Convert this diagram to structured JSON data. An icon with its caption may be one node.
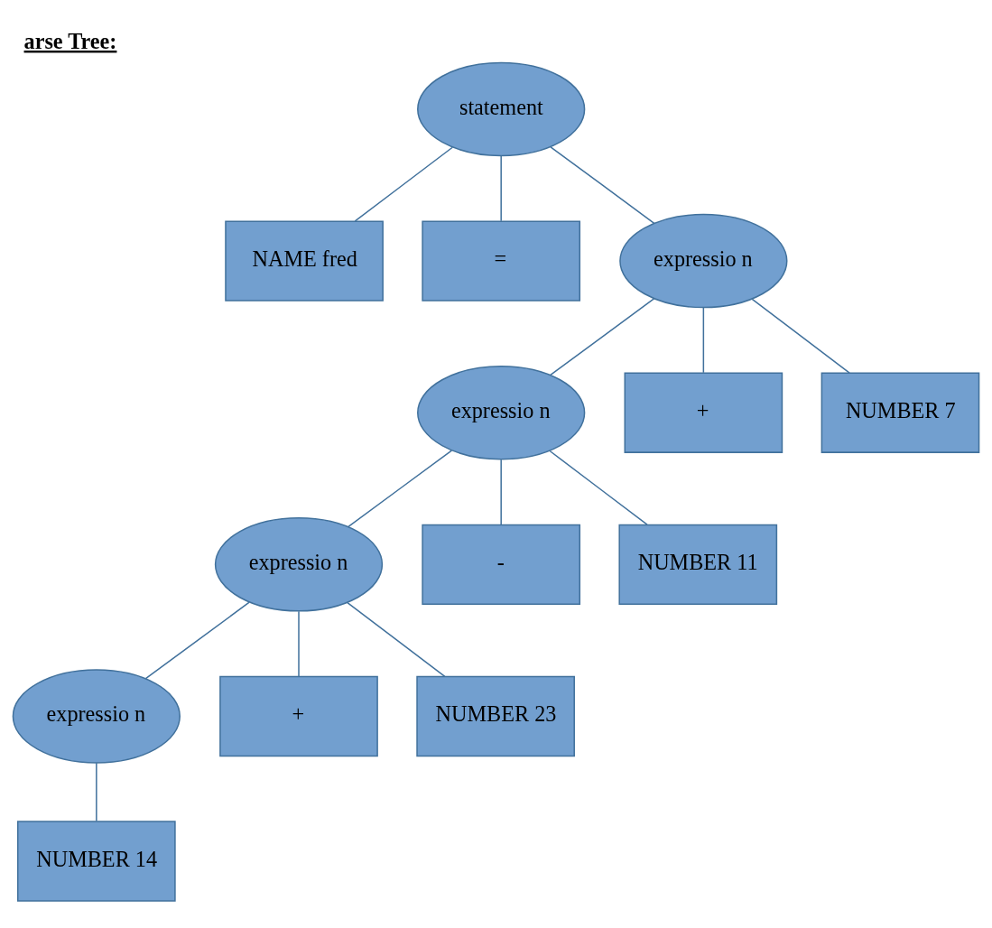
{
  "diagram": {
    "title": "arse Tree:",
    "nodes": [
      {
        "text": [
          "statement"
        ]
      },
      {
        "text": [
          "NAME fred"
        ]
      },
      {
        "text": [
          "="
        ]
      },
      {
        "text": [
          "expressio n"
        ]
      },
      {
        "text": [
          "expressio n"
        ]
      },
      {
        "text": [
          "+"
        ]
      },
      {
        "text": [
          "NUMBER 7"
        ]
      },
      {
        "text": [
          "expressio n"
        ]
      },
      {
        "text": [
          "-"
        ]
      },
      {
        "text": [
          "NUMBER 11"
        ]
      },
      {
        "text": [
          "expressio n"
        ]
      },
      {
        "text": [
          "+"
        ]
      },
      {
        "text": [
          "NUMBER 23"
        ]
      },
      {
        "text": [
          "NUMBER 14"
        ]
      }
    ],
    "edges": [
      {
        "from": 0,
        "to": 1,
        "arrow": "none"
      },
      {
        "from": 0,
        "to": 2,
        "arrow": "none"
      },
      {
        "from": 0,
        "to": 3,
        "arrow": "none"
      },
      {
        "from": 3,
        "to": 4,
        "arrow": "none"
      },
      {
        "from": 3,
        "to": 5,
        "arrow": "none"
      },
      {
        "from": 3,
        "to": 6,
        "arrow": "none"
      },
      {
        "from": 4,
        "to": 7,
        "arrow": "none"
      },
      {
        "from": 4,
        "to": 8,
        "arrow": "none"
      },
      {
        "from": 4,
        "to": 9,
        "arrow": "none"
      },
      {
        "from": 7,
        "to": 10,
        "arrow": "none"
      },
      {
        "from": 7,
        "to": 11,
        "arrow": "none"
      },
      {
        "from": 7,
        "to": 12,
        "arrow": "none"
      },
      {
        "from": 10,
        "to": 13,
        "arrow": "none"
      }
    ]
  }
}
